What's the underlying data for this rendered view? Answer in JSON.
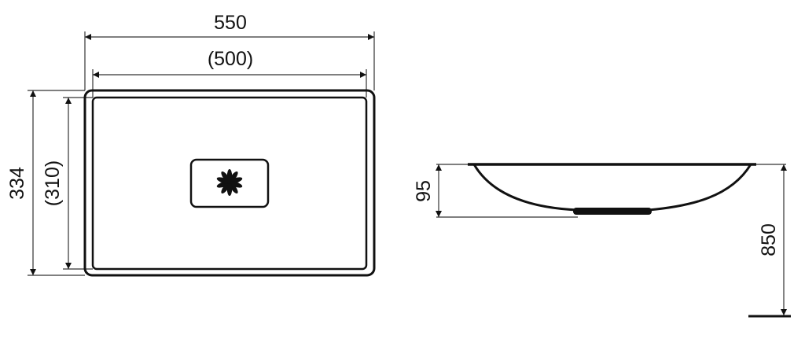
{
  "top_view": {
    "outer_width_label": "550",
    "inner_width_label": "(500)",
    "outer_depth_label": "334",
    "inner_depth_label": "(310)"
  },
  "side_view": {
    "bowl_height_label": "95",
    "mount_height_label": "850"
  },
  "colors": {
    "line": "#111111",
    "background": "#ffffff"
  }
}
